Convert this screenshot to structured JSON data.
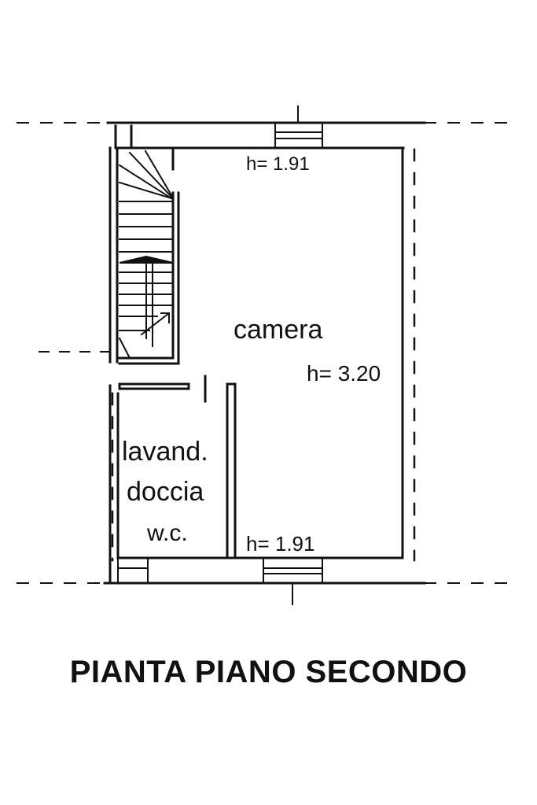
{
  "plan": {
    "rooms": {
      "camera": "camera",
      "bath_line1": "lavand.",
      "bath_line2": "doccia",
      "bath_line3": "w.c."
    },
    "heights": {
      "top": "h= 1.91",
      "middle": "h= 3.20",
      "bottom": "h= 1.91"
    }
  },
  "title": "PIANTA PIANO SECONDO",
  "colors": {
    "ink": "#111111",
    "paper": "#ffffff"
  }
}
